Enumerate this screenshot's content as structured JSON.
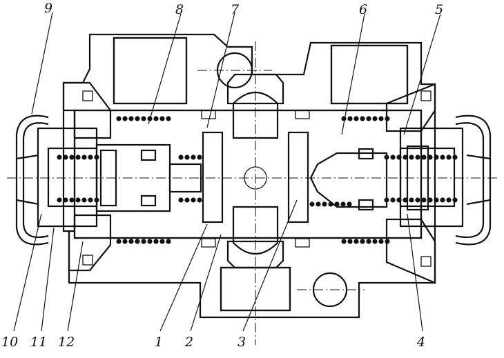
{
  "figure": {
    "callouts": [
      {
        "id": "c1",
        "label": "1"
      },
      {
        "id": "c2",
        "label": "2"
      },
      {
        "id": "c3",
        "label": "3"
      },
      {
        "id": "c4",
        "label": "4"
      },
      {
        "id": "c5",
        "label": "5"
      },
      {
        "id": "c6",
        "label": "6"
      },
      {
        "id": "c7",
        "label": "7"
      },
      {
        "id": "c8",
        "label": "8"
      },
      {
        "id": "c9",
        "label": "9"
      },
      {
        "id": "c10",
        "label": "10"
      },
      {
        "id": "c11",
        "label": "11"
      },
      {
        "id": "c12",
        "label": "12"
      }
    ]
  }
}
